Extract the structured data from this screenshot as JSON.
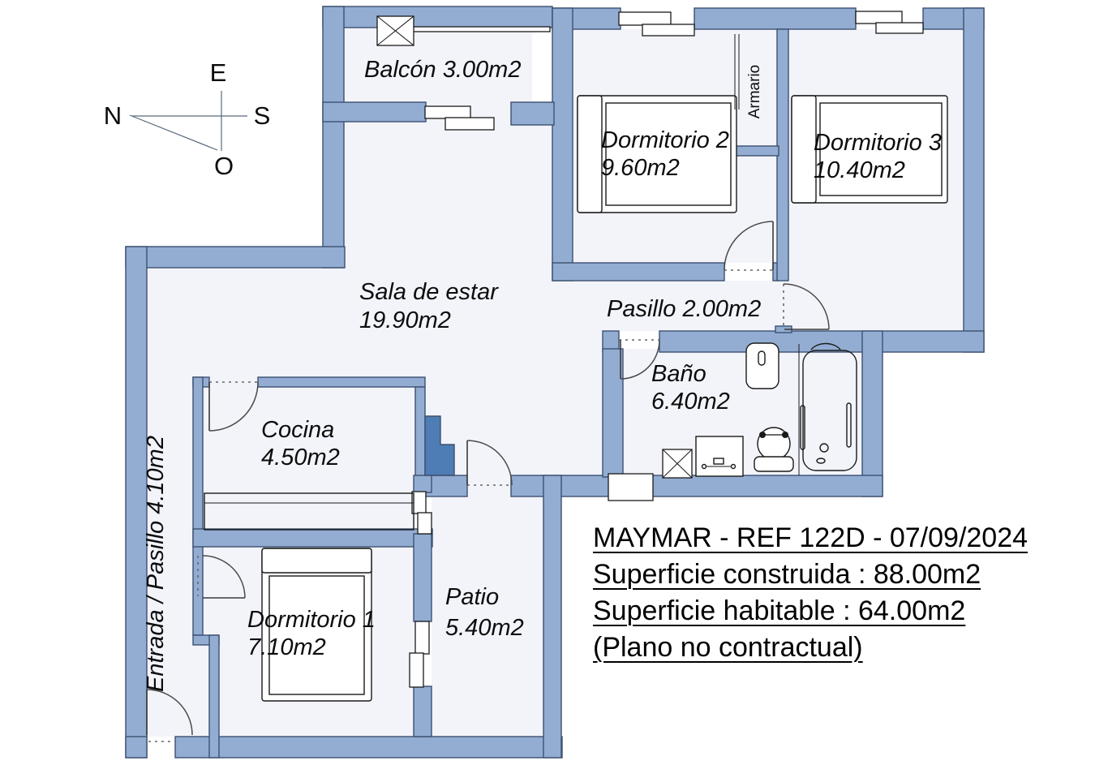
{
  "compass": {
    "east": "E",
    "south": "S",
    "north": "N",
    "west": "O"
  },
  "rooms": {
    "balcon": {
      "label": "Balcón 3.00m2"
    },
    "dormitorio2": {
      "name": "Dormitorio 2",
      "area": "9.60m2"
    },
    "dormitorio3": {
      "name": "Dormitorio 3",
      "area": "10.40m2"
    },
    "armario": {
      "label": "Armario"
    },
    "sala": {
      "name": "Sala de estar",
      "area": "19.90m2"
    },
    "pasillo": {
      "label": "Pasillo 2.00m2"
    },
    "bano": {
      "name": "Baño",
      "area": "6.40m2"
    },
    "cocina": {
      "name": "Cocina",
      "area": "4.50m2"
    },
    "entrada": {
      "label": "Entrada / Pasillo 4.10m2"
    },
    "dormitorio1": {
      "name": "Dormitorio 1",
      "area": "7.10m2"
    },
    "patio": {
      "name": "Patio",
      "area": "5.40m2"
    }
  },
  "info": {
    "line1": "MAYMAR - REF 122D - 07/09/2024",
    "line2": "Superficie construida : 88.00m2",
    "line3": "Superficie habitable : 64.00m2",
    "line4": "(Plano no contractual)"
  },
  "colors": {
    "wall_fill": "#93ADD2",
    "wall_outline": "#3D5070",
    "accent_column": "#4E7CB4",
    "floor": "#F2F4FA",
    "background": "#FFFFFF",
    "text": "#0C0C0C"
  }
}
